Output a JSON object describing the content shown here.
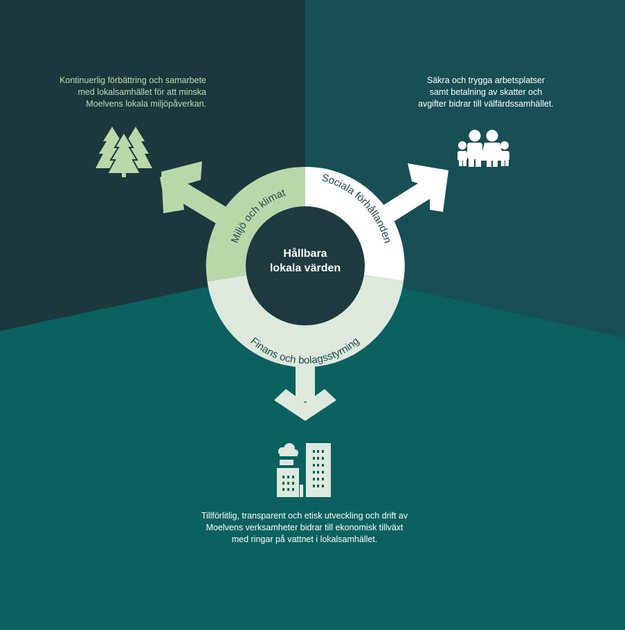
{
  "center": {
    "line1": "Hållbara",
    "line2": "lokala värden"
  },
  "ring": {
    "environment_label": "Miljö och klimat",
    "social_label": "Sociala förhållanden",
    "finance_label": "Finans och bolagsstyrning"
  },
  "captions": {
    "environment": "Kontinuerlig förbättring och samarbete\nmed lokalsamhället för att minska\nMoelvens lokala miljöpåverkan.",
    "social": "Säkra och trygga arbetsplatser\nsamt betalning av skatter och\navgifter bidrar till välfärdssamhället.",
    "finance": "Tillförlitlig, transparent och etisk utveckling och drift av\nMoelvens verksamheter bidrar till ekonomisk tillväxt\nmed ringar på vattnet i lokalsamhället."
  },
  "icons": {
    "environment": "trees-icon",
    "social": "family-icon",
    "finance": "buildings-icon"
  },
  "colors": {
    "panel_top_left": "#1c383f",
    "panel_top_right": "#184f55",
    "panel_bottom": "#0b6060",
    "environment_green": "#b8d8aa",
    "social_white": "#ffffff",
    "finance_pale": "#ddeadb",
    "center_dark": "#1c3a40",
    "label_dark": "#1f4a50"
  }
}
